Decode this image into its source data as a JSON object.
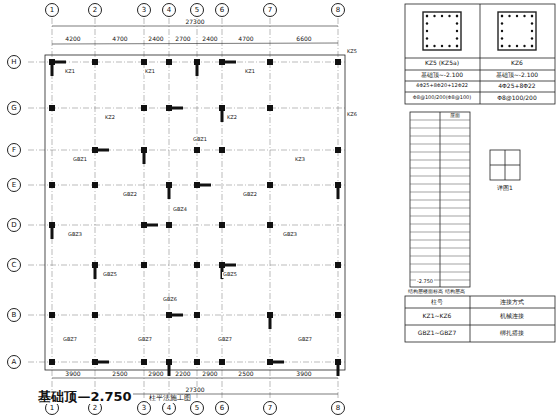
{
  "diagram": {
    "title": "基础顶—2.750",
    "nodes": [
      {
        "text": [
          "1"
        ]
      },
      {
        "text": [
          "2"
        ]
      },
      {
        "text": [
          "3"
        ]
      },
      {
        "text": [
          "4"
        ]
      },
      {
        "text": [
          "5"
        ]
      },
      {
        "text": [
          "6"
        ]
      },
      {
        "text": [
          "7"
        ]
      },
      {
        "text": [
          "8"
        ]
      },
      {
        "text": [
          "H"
        ]
      },
      {
        "text": [
          "G"
        ]
      },
      {
        "text": [
          "F"
        ]
      },
      {
        "text": [
          "E"
        ]
      },
      {
        "text": [
          "D"
        ]
      },
      {
        "text": [
          "C"
        ]
      },
      {
        "text": [
          "B"
        ]
      },
      {
        "text": [
          "A"
        ]
      },
      {
        "text": [
          "1"
        ]
      },
      {
        "text": [
          "2"
        ]
      },
      {
        "text": [
          "3"
        ]
      },
      {
        "text": [
          "4"
        ]
      },
      {
        "text": [
          "5"
        ]
      },
      {
        "text": [
          "6"
        ]
      },
      {
        "text": [
          "7"
        ]
      },
      {
        "text": [
          "8"
        ]
      }
    ],
    "edges": [],
    "labels": [
      "4200",
      "4700",
      "2400",
      "2700",
      "2400",
      "4700",
      "6600",
      "27300",
      "3900",
      "2500",
      "2900",
      "2200",
      "2900",
      "2500",
      "3900",
      "27300",
      "KZ1",
      "KZ1",
      "KZ1",
      "KZ2",
      "KZ2",
      "KZ3",
      "GBZ1",
      "GBZ1",
      "GBZ2",
      "GBZ2",
      "GBZ3",
      "GBZ3",
      "GBZ4",
      "GBZ5",
      "GBZ5",
      "GBZ6",
      "GBZ7",
      "GBZ7",
      "GBZ7",
      "GBZ7",
      "KZ5",
      "KZ6",
      "柱平法施工图",
      "KZ5 (KZ5a)",
      "KZ6",
      "基础顶~-2.100",
      "基础顶~-2.100",
      "4Φ25+8Φ20+12Φ22",
      "4Φ25+8Φ22",
      "Φ8@100/200(Φ8@100)",
      "Φ8@100/200",
      "结构层楼面标高",
      "结构层高",
      "屋面",
      "-2.750",
      "详图1",
      "柱号",
      "连接方式",
      "KZ1~KZ6",
      "机械连接",
      "GBZ1~GBZ7",
      "绑扎搭接"
    ]
  }
}
